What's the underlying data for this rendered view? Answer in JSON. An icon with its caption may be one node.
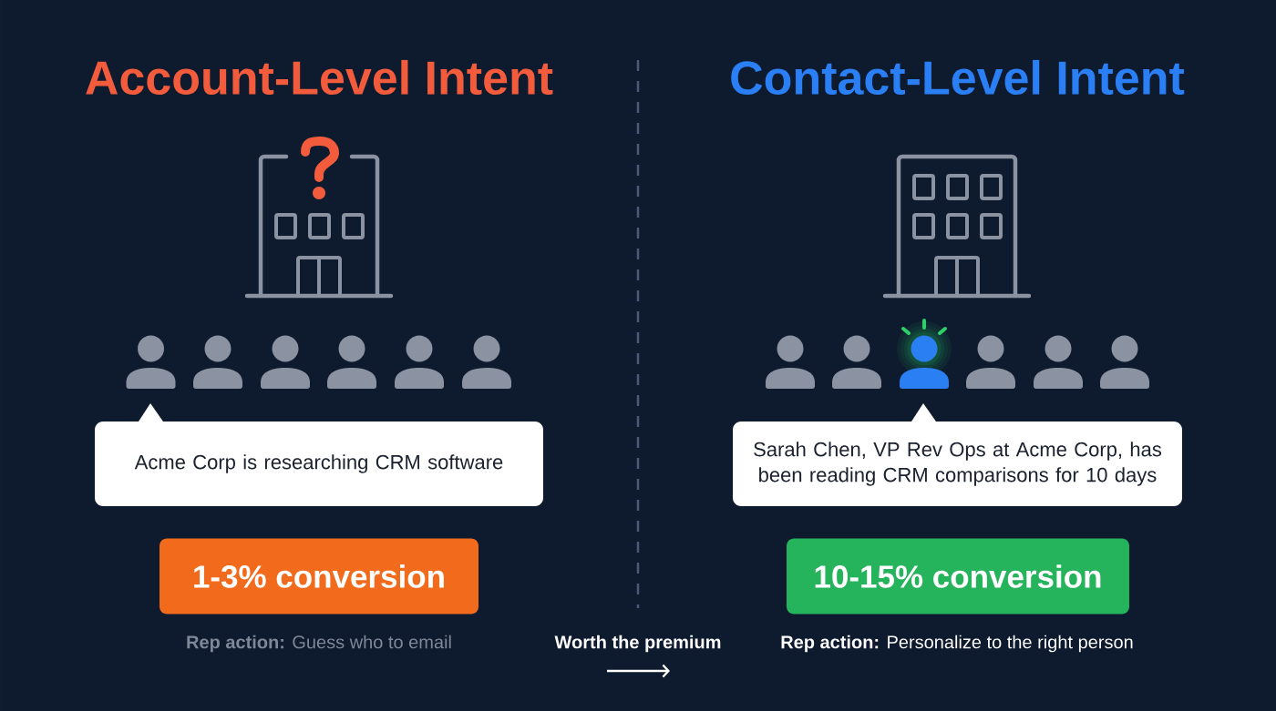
{
  "diagram": {
    "nodes": [
      {
        "text": [
          "Acme Corp is researching CRM software"
        ]
      },
      {
        "text": [
          "1-3% conversion"
        ]
      },
      {
        "text": [
          "Sarah Chen, VP Rev Ops at Acme Corp, has been reading CRM comparisons for 10 days"
        ]
      },
      {
        "text": [
          "10-15% conversion"
        ]
      }
    ],
    "labels": [
      "Account-Level Intent",
      "Contact-Level Intent",
      "**Rep action:** Guess who to email",
      "Worth the premium",
      "**Rep action:** Personalize to the right person"
    ]
  }
}
